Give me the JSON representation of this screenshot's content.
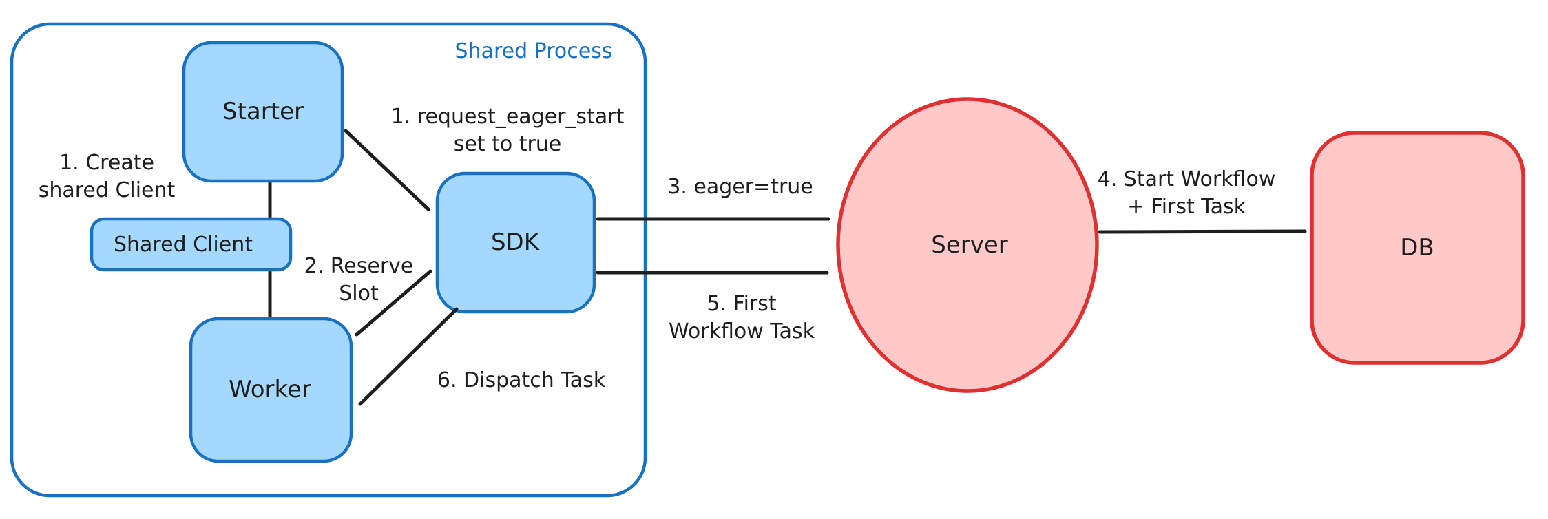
{
  "container": {
    "label": "Shared Process"
  },
  "nodes": {
    "starter": {
      "label": "Starter"
    },
    "shared_client": {
      "label": "Shared Client"
    },
    "worker": {
      "label": "Worker"
    },
    "sdk": {
      "label": "SDK"
    },
    "server": {
      "label": "Server"
    },
    "db": {
      "label": "DB"
    }
  },
  "annotations": {
    "create_shared_client": {
      "line1": "1. Create",
      "line2": "shared Client"
    },
    "request_eager_start": {
      "line1": "1. request_eager_start",
      "line2": "set to true"
    },
    "reserve_slot": {
      "line1": "2. Reserve",
      "line2": "Slot"
    },
    "eager_true": {
      "line1": "3. eager=true"
    },
    "start_workflow": {
      "line1": "4. Start Workflow",
      "line2": "+ First Task"
    },
    "first_workflow_task": {
      "line1": "5. First",
      "line2": "Workflow Task"
    },
    "dispatch_task": {
      "line1": "6. Dispatch Task"
    }
  },
  "colors": {
    "blue_stroke": "#1971c2",
    "blue_fill": "#a5d8ff",
    "red_stroke": "#e03131",
    "red_fill": "#ffc9c9",
    "ink": "#1e1e1e",
    "background": "#ffffff"
  }
}
